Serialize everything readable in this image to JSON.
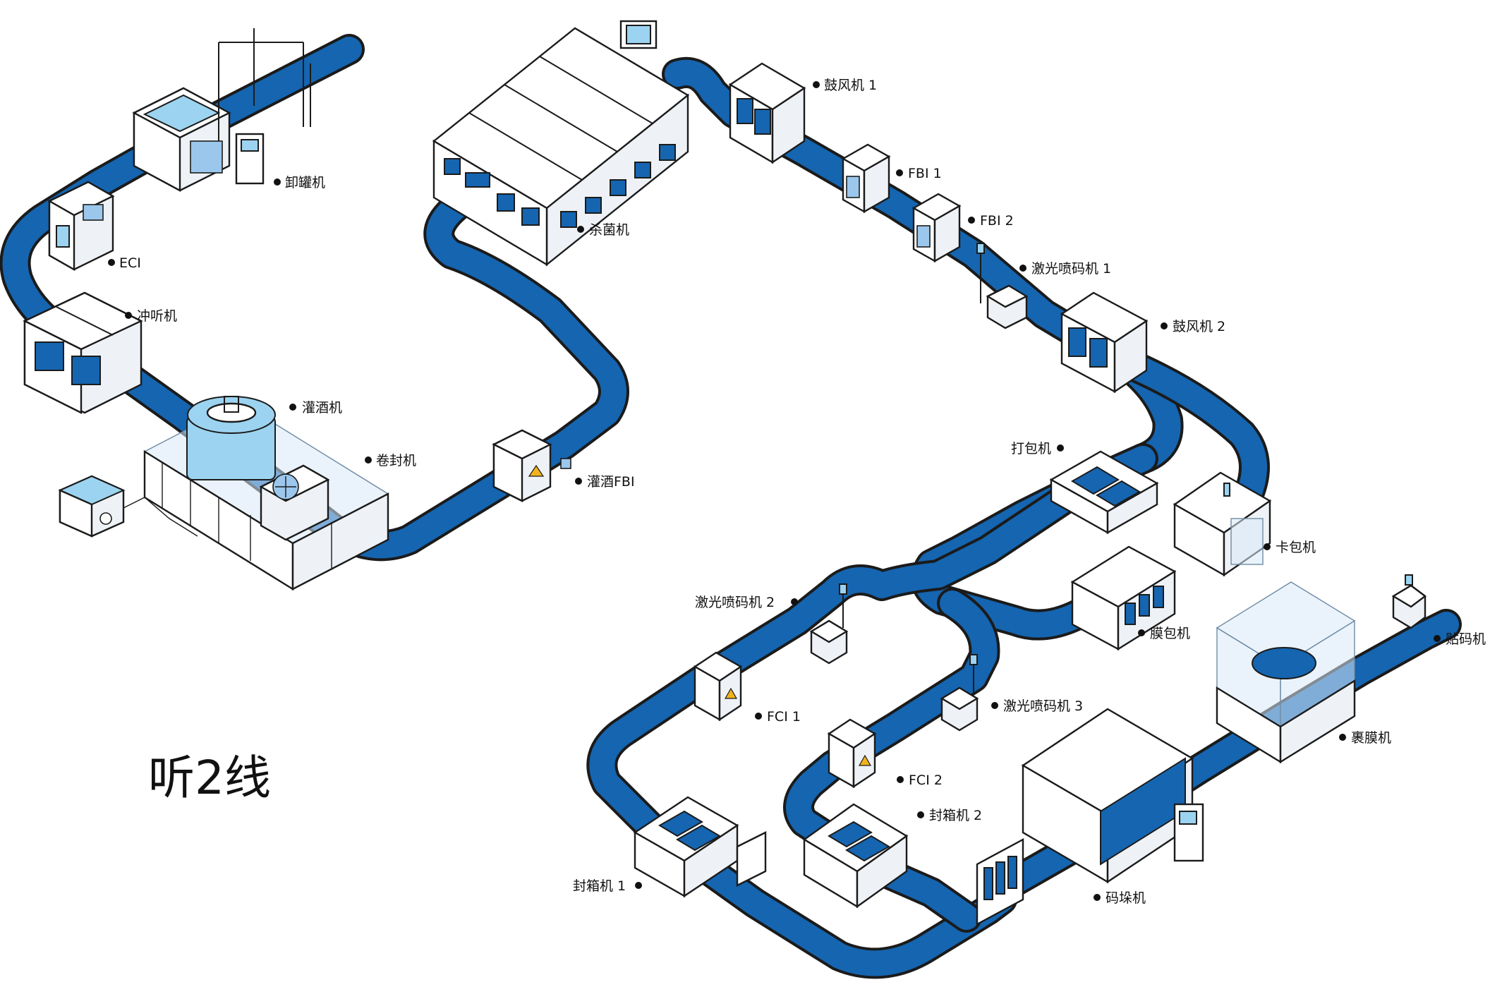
{
  "title": "听2线",
  "colors": {
    "belt": "#1565b0",
    "belt_edge": "#1b1b1b",
    "machine": "#ffffff",
    "accent": "#9cd3f0",
    "warning": "#f1b31c"
  },
  "machines": [
    {
      "id": "unloader",
      "label": "卸罐机"
    },
    {
      "id": "eci",
      "label": "ECI"
    },
    {
      "id": "rinser",
      "label": "冲听机"
    },
    {
      "id": "filler",
      "label": "灌酒机"
    },
    {
      "id": "seamer",
      "label": "卷封机"
    },
    {
      "id": "fill-fbi",
      "label": "灌酒FBI"
    },
    {
      "id": "pasteurizer",
      "label": "杀菌机"
    },
    {
      "id": "blower-1",
      "label": "鼓风机 1"
    },
    {
      "id": "fbi-1",
      "label": "FBI 1"
    },
    {
      "id": "fbi-2",
      "label": "FBI 2"
    },
    {
      "id": "laser-1",
      "label": "激光喷码机 1"
    },
    {
      "id": "blower-2",
      "label": "鼓风机 2"
    },
    {
      "id": "packer",
      "label": "打包机"
    },
    {
      "id": "card-packer",
      "label": "卡包机"
    },
    {
      "id": "film-packer",
      "label": "膜包机"
    },
    {
      "id": "laser-2",
      "label": "激光喷码机 2"
    },
    {
      "id": "laser-3",
      "label": "激光喷码机 3"
    },
    {
      "id": "fci-1",
      "label": "FCI 1"
    },
    {
      "id": "fci-2",
      "label": "FCI 2"
    },
    {
      "id": "sealer-1",
      "label": "封箱机 1"
    },
    {
      "id": "sealer-2",
      "label": "封箱机 2"
    },
    {
      "id": "palletizer",
      "label": "码垛机"
    },
    {
      "id": "wrapper",
      "label": "裹膜机"
    },
    {
      "id": "labeler",
      "label": "贴码机"
    }
  ]
}
